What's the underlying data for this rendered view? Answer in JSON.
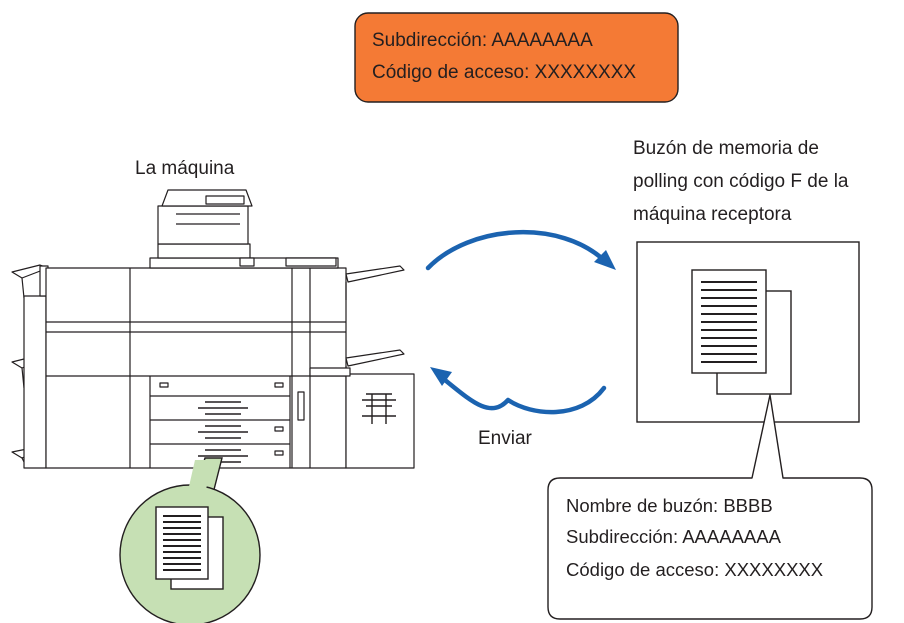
{
  "header_box": {
    "line1": "Subdirección: AAAAAAAA",
    "line2": "Código de acceso: XXXXXXXX",
    "fill_color": "#f47a35"
  },
  "machine_label": "La máquina",
  "receiver_label": {
    "line1": "Buzón de memoria de",
    "line2": "polling con código F de la",
    "line3": "máquina receptora"
  },
  "send_label": "Enviar",
  "callout": {
    "line1": "Nombre de buzón: BBBB",
    "line2": "Subdirección: AAAAAAAA",
    "line3": "Código de acceso: XXXXXXXX"
  },
  "colors": {
    "arrow": "#1b63b0",
    "document_circle": "#c6e0b4"
  }
}
